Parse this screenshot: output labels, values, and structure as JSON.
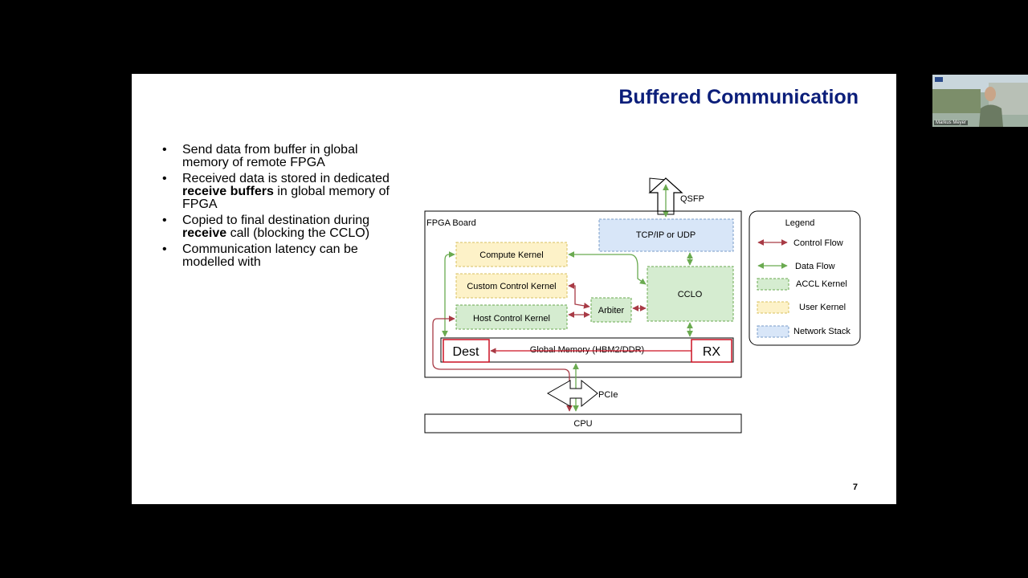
{
  "slide": {
    "title": "Buffered Communication",
    "page_number": "7",
    "bullets": [
      {
        "pre": "Send data from buffer in global memory of remote FPGA",
        "bold": "",
        "post": ""
      },
      {
        "pre": "Received data is stored in dedicated ",
        "bold": "receive buffers",
        "post": " in global memory of FPGA"
      },
      {
        "pre": "Copied to final destination during ",
        "bold": "receive",
        "post": " call (blocking the CCLO)"
      },
      {
        "pre": "Communication latency can be modelled with",
        "bold": "",
        "post": ""
      }
    ]
  },
  "diagram": {
    "fpga_board": "FPGA Board",
    "qsfp": "QSFP",
    "tcp": "TCP/IP or UDP",
    "compute_kernel": "Compute Kernel",
    "custom_control_kernel": "Custom Control Kernel",
    "host_control_kernel": "Host Control Kernel",
    "arbiter": "Arbiter",
    "cclo": "CCLO",
    "global_memory": "Global Memory (HBM2/DDR)",
    "dest": "Dest",
    "rx": "RX",
    "pcie": "PCIe",
    "cpu": "CPU",
    "legend": {
      "title": "Legend",
      "control_flow": "Control Flow",
      "data_flow": "Data Flow",
      "accl_kernel": "ACCL Kernel",
      "user_kernel": "User Kernel",
      "network_stack": "Network Stack"
    }
  },
  "colors": {
    "title": "#0b1e7a",
    "control_flow": "#a83a45",
    "data_flow": "#6aaa50",
    "accl_fill": "#d5ecd0",
    "user_fill": "#fdf2c8",
    "network_fill": "#d8e6f8",
    "highlight_border": "#cc1122"
  },
  "video": {
    "participant_name": "Markus Meyer"
  }
}
